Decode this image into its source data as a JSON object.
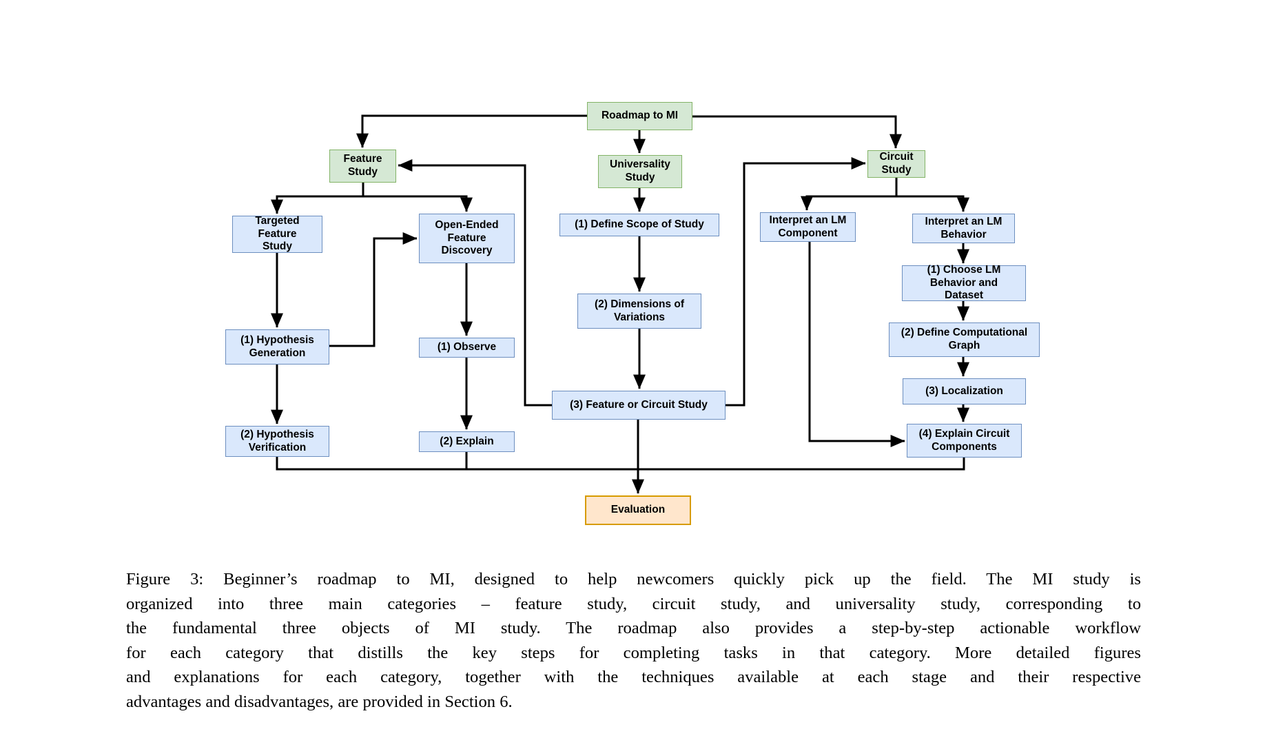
{
  "diagram": {
    "nodes": {
      "roadmap": {
        "label": "Roadmap to MI"
      },
      "feature_study": {
        "label": "Feature Study"
      },
      "universality_study": {
        "label": "Universality Study"
      },
      "circuit_study": {
        "label": "Circuit Study"
      },
      "targeted_feature_study": {
        "label": "Targeted Feature Study"
      },
      "open_ended_feature_discovery": {
        "label": "Open-Ended Feature Discovery"
      },
      "hypothesis_generation": {
        "label": "(1) Hypothesis Generation"
      },
      "hypothesis_verification": {
        "label": "(2) Hypothesis Verification"
      },
      "observe": {
        "label": "(1) Observe"
      },
      "explain": {
        "label": "(2) Explain"
      },
      "define_scope": {
        "label": "(1) Define Scope of Study"
      },
      "dimensions_of_variations": {
        "label": "(2) Dimensions of Variations"
      },
      "feature_or_circuit_study": {
        "label": "(3) Feature or Circuit Study"
      },
      "interpret_lm_component": {
        "label": "Interpret an LM Component"
      },
      "interpret_lm_behavior": {
        "label": "Interpret an LM Behavior"
      },
      "choose_lm_behavior_dataset": {
        "label": "(1) Choose LM Behavior and Dataset"
      },
      "define_computational_graph": {
        "label": "(2) Define Computational Graph"
      },
      "localization": {
        "label": "(3) Localization"
      },
      "explain_circuit_components": {
        "label": "(4) Explain Circuit Components"
      },
      "evaluation": {
        "label": "Evaluation"
      }
    },
    "colors": {
      "category_fill": "#d5e8d4",
      "category_border": "#82b366",
      "step_fill": "#dae8fc",
      "step_border": "#6c8ebf",
      "evaluation_fill": "#ffe6cc",
      "evaluation_border": "#d79b00",
      "connector": "#000000"
    }
  },
  "caption": {
    "lines": [
      "Figure 3: Beginner’s roadmap to MI, designed to help newcomers quickly pick up the field. The MI study is",
      "organized into three main categories – feature study, circuit study, and universality study, corresponding to",
      "the fundamental three objects of MI study. The roadmap also provides a step-by-step actionable workflow",
      "for each category that distills the key steps for completing tasks in that category. More detailed figures",
      "and explanations for each category, together with the techniques available at each stage and their respective",
      "advantages and disadvantages, are provided in Section 6."
    ]
  }
}
